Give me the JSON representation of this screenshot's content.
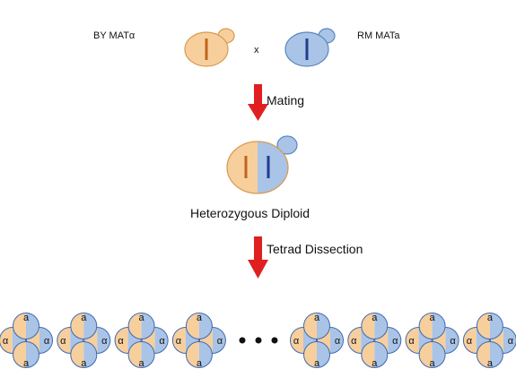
{
  "parents": {
    "left_label": "BY MATα",
    "cross_symbol": "x",
    "right_label": "RM MATa"
  },
  "steps": {
    "mating_label": "Mating",
    "diploid_label": "Heterozygous Diploid",
    "dissection_label": "Tetrad Dissection"
  },
  "tetrads": {
    "count_left": 4,
    "count_right": 4,
    "ellipsis": "• • •",
    "spore_labels": {
      "top": "a",
      "left": "α",
      "right": "α",
      "bottom": "a"
    }
  },
  "colors": {
    "by_fill": "#f7cf9d",
    "by_stroke": "#d79a52",
    "by_chromosome": "#c0641c",
    "rm_fill": "#a9c4e6",
    "rm_stroke": "#5b85bd",
    "rm_chromosome": "#1f3d8f",
    "arrow": "#e02020",
    "tetrad_outline": "#4169b0"
  }
}
